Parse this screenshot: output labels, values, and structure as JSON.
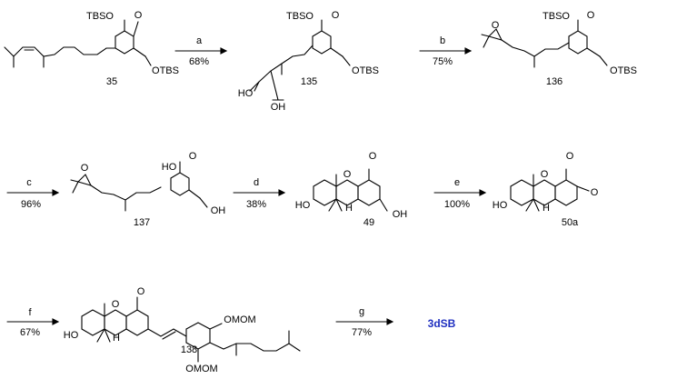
{
  "steps": [
    {
      "letter": "a",
      "yield": "68%"
    },
    {
      "letter": "b",
      "yield": "75%"
    },
    {
      "letter": "c",
      "yield": "96%"
    },
    {
      "letter": "d",
      "yield": "38%"
    },
    {
      "letter": "e",
      "yield": "100%"
    },
    {
      "letter": "f",
      "yield": "67%"
    },
    {
      "letter": "g",
      "yield": "77%"
    }
  ],
  "compounds": {
    "c35": "35",
    "c135": "135",
    "c136": "136",
    "c137": "137",
    "c49": "49",
    "c50a": "50a",
    "c138": "138",
    "target": "3dSB"
  },
  "atoms": {
    "tbso": "TBSO",
    "otbs": "OTBS",
    "oh": "OH",
    "ho": "HO",
    "o": "O",
    "h": "H",
    "omom": "OMOM",
    "aldehyde_o": "O"
  },
  "colors": {
    "target": "#1f2fc0",
    "bond": "#000000"
  }
}
